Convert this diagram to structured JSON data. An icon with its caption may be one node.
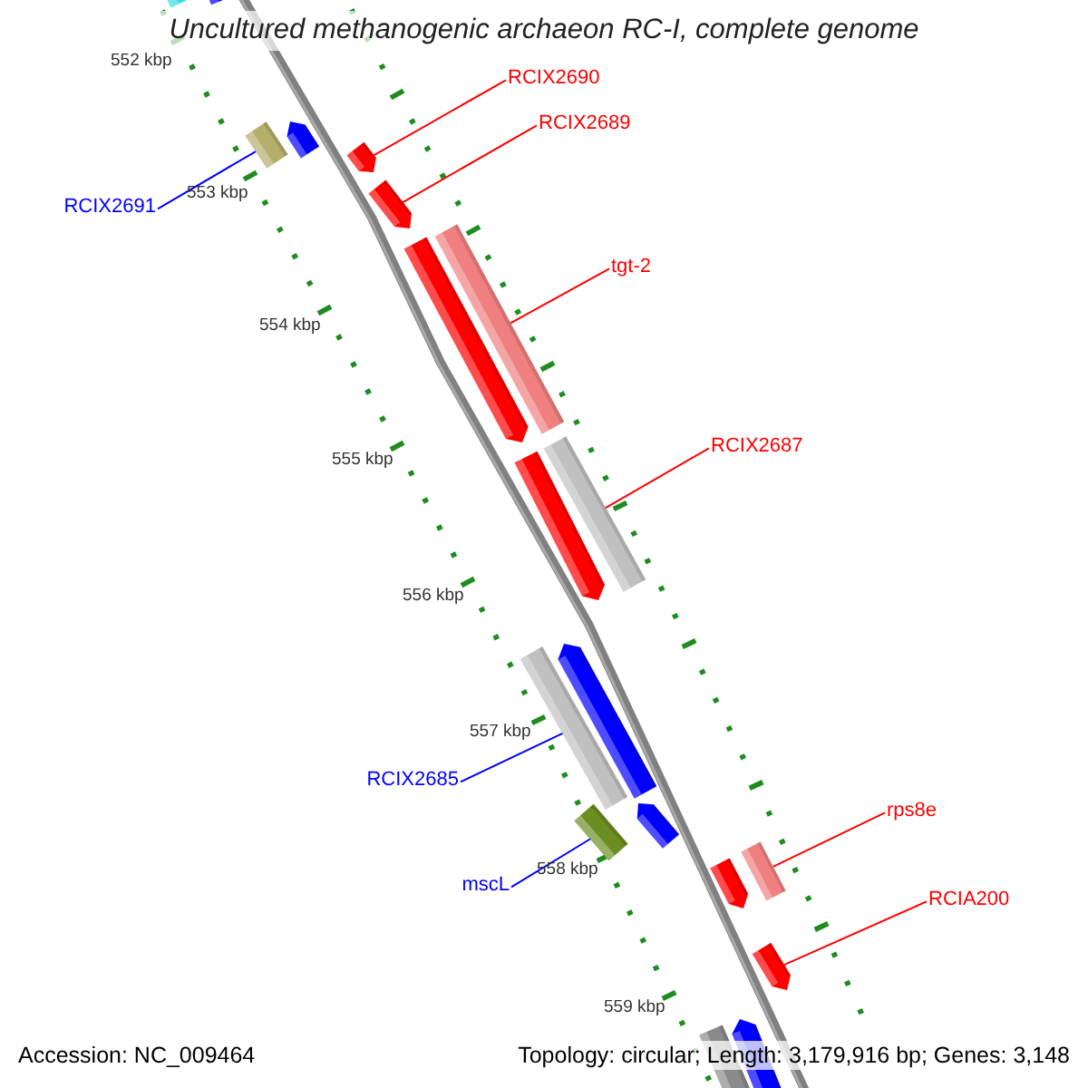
{
  "diagram": {
    "title": "Uncultured methanogenic archaeon RC-I, complete genome",
    "nodes": [
      {
        "text": [],
        "shape": "bar"
      },
      {
        "text": [],
        "shape": "bar"
      },
      {
        "text": [],
        "shape": "bar"
      },
      {
        "text": [],
        "shape": "bar"
      },
      {
        "text": [],
        "shape": "bar"
      },
      {
        "text": [],
        "shape": "bar"
      },
      {
        "text": [],
        "shape": "bar"
      },
      {
        "text": [],
        "shape": "bar"
      },
      {
        "text": [],
        "shape": "bar"
      },
      {
        "text": [],
        "shape": "bar"
      },
      {
        "text": [],
        "shape": "bar"
      },
      {
        "text": [],
        "shape": "bar"
      },
      {
        "text": [],
        "shape": "bar"
      },
      {
        "text": [],
        "shape": "bar"
      },
      {
        "text": [],
        "shape": "bar"
      },
      {
        "text": [],
        "shape": "bar"
      },
      {
        "text": [],
        "shape": "bar"
      },
      {
        "text": [],
        "shape": "bar"
      },
      {
        "text": [],
        "shape": "bar"
      },
      {
        "text": [
          "RCIX2690"
        ]
      },
      {
        "text": [
          "RCIX2689"
        ]
      },
      {
        "text": [
          "RCIX2691"
        ]
      },
      {
        "text": [
          "tgt-2"
        ]
      },
      {
        "text": [
          "RCIX2687"
        ]
      },
      {
        "text": [
          "RCIX2685"
        ]
      },
      {
        "text": [
          "mscL"
        ]
      },
      {
        "text": [
          "rps8e"
        ]
      },
      {
        "text": [
          "RCIA200"
        ]
      }
    ],
    "edges": [
      {
        "from": 19,
        "to": 4,
        "arrow": "none"
      },
      {
        "from": 20,
        "to": 5,
        "arrow": "none"
      },
      {
        "from": 21,
        "to": 2,
        "arrow": "none",
        "color": "#0000ff"
      },
      {
        "from": 22,
        "to": 7,
        "arrow": "none"
      },
      {
        "from": 23,
        "to": 9,
        "arrow": "none"
      },
      {
        "from": 24,
        "to": 10,
        "arrow": "none",
        "color": "#0000ff"
      },
      {
        "from": 25,
        "to": 12,
        "arrow": "none",
        "color": "#0000ff"
      },
      {
        "from": 26,
        "to": 15,
        "arrow": "none"
      },
      {
        "from": 27,
        "to": 16,
        "arrow": "none"
      }
    ],
    "labels": [
      "552 kbp",
      "553 kbp",
      "554 kbp",
      "555 kbp",
      "556 kbp",
      "557 kbp",
      "558 kbp",
      "559 kbp",
      "Accession: NC_009464",
      "Topology: circular; Length: 3,179,916 bp; Genes: 3,148"
    ]
  }
}
